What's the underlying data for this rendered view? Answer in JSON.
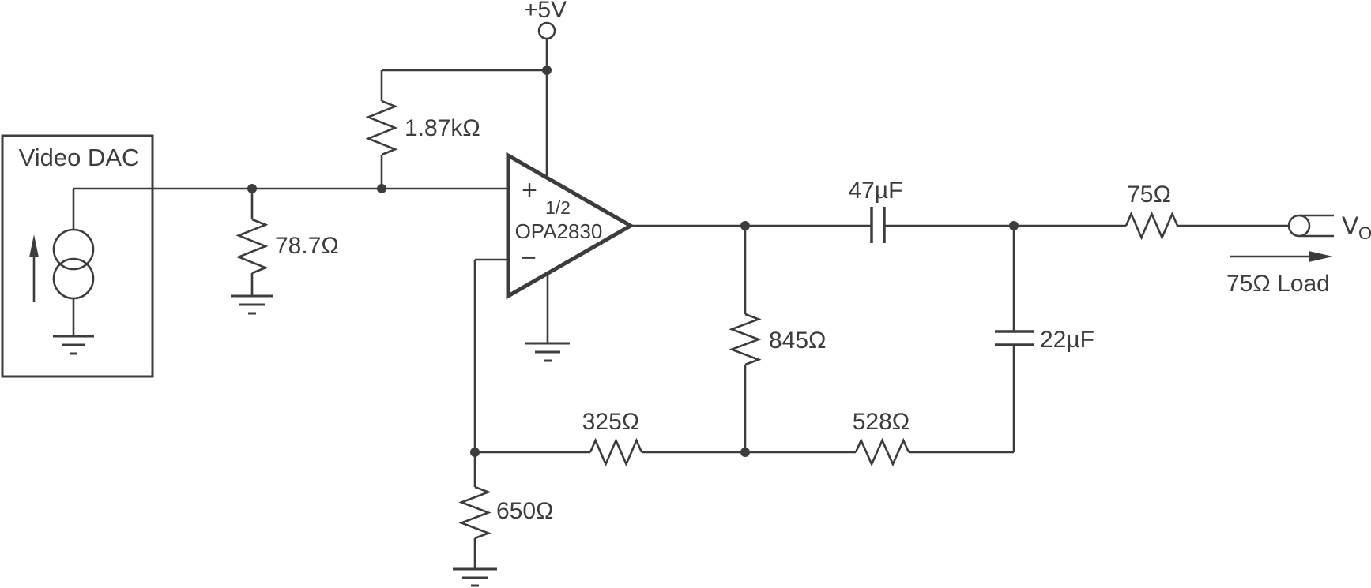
{
  "dac": {
    "label": "Video DAC"
  },
  "power": {
    "supply_label": "+5V"
  },
  "components": {
    "r_source_term": "78.7Ω",
    "r_pullup": "1.87kΩ",
    "c_series": "47µF",
    "r_fb_shunt": "845Ω",
    "c_shunt": "22µF",
    "r_series_out": "75Ω",
    "r_fb_inner": "325Ω",
    "r_fb_outer": "528Ω",
    "r_gnd": "650Ω"
  },
  "opamp": {
    "plus_sign": "+",
    "minus_sign": "−",
    "designator": "1/2",
    "part_number": "OPA2830"
  },
  "output": {
    "v_label": "V",
    "v_subscript": "O",
    "load_label": "75Ω Load"
  },
  "colors": {
    "ink": "#3c3c3c",
    "background": "#ffffff"
  }
}
